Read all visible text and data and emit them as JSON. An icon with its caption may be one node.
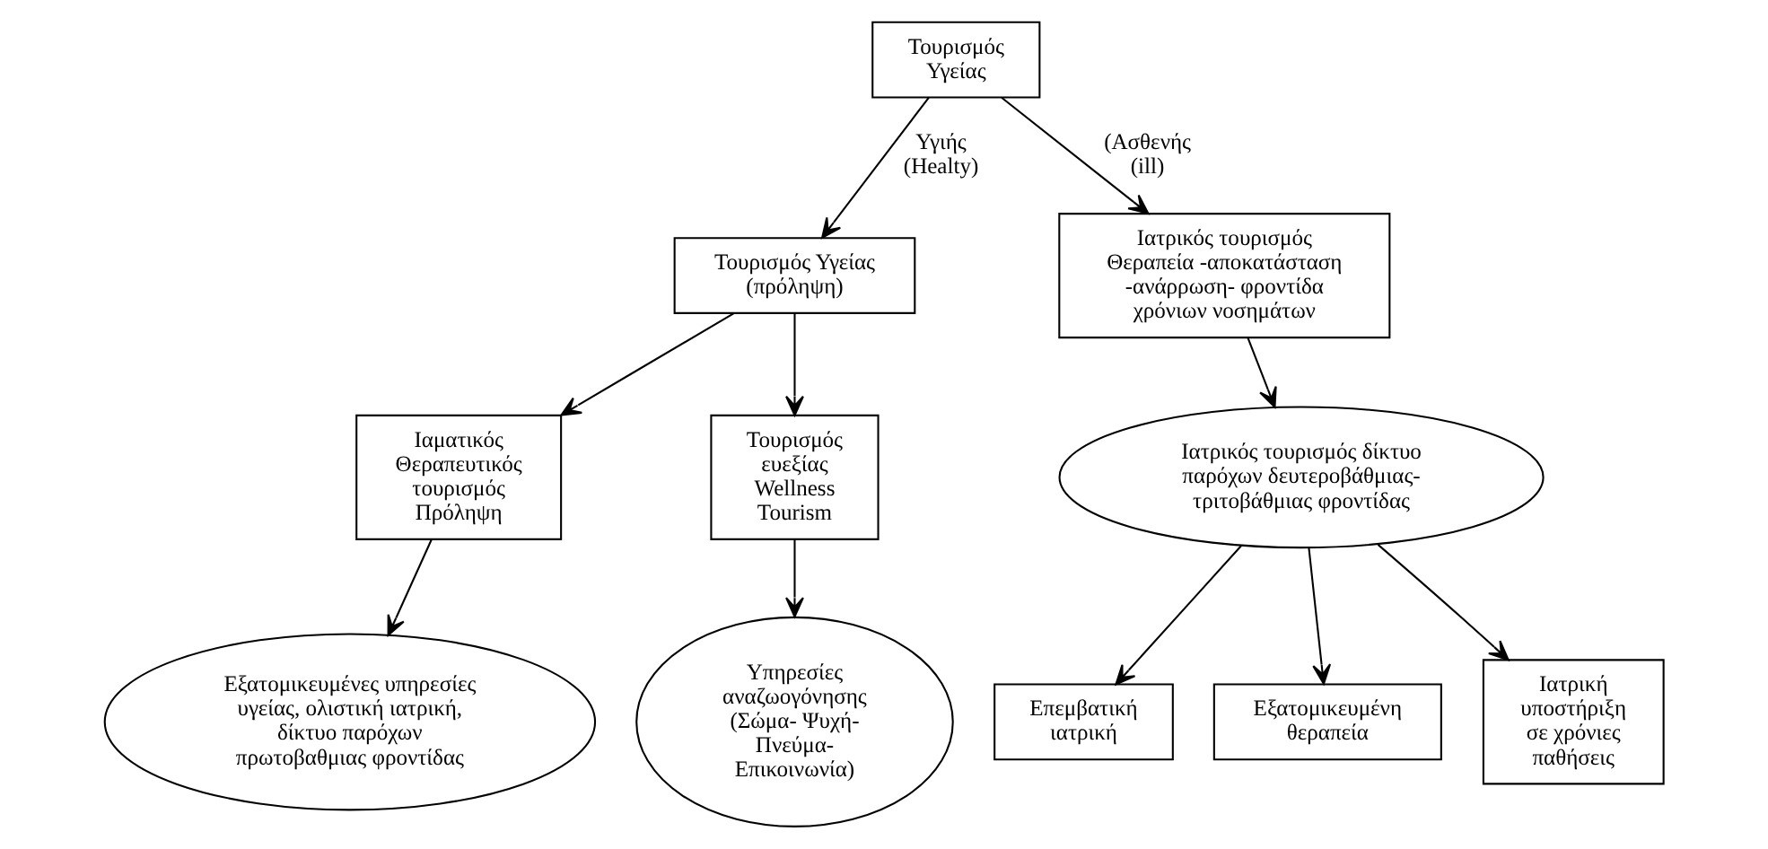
{
  "diagram": {
    "nodes": [
      {
        "text": [
          "Τουρισμός Υγείας"
        ]
      },
      {
        "text": [
          "Τουρισμός Υγείας (πρόληψη)"
        ]
      },
      {
        "text": [
          "Ιατρικός τουρισμός Θεραπεία -αποκατάσταση -ανάρρωση- φροντίδα χρόνιων νοσημάτων"
        ]
      },
      {
        "text": [
          "Ιαματικός Θεραπευτικός τουρισμός Πρόληψη"
        ]
      },
      {
        "text": [
          "Τουρισμός ευεξίας Wellness Tourism"
        ]
      },
      {
        "text": [
          "Ιατρικός τουρισμός δίκτυο παρόχων δευτεροβάθμιας- τριτοβάθμιας φροντίδας"
        ]
      },
      {
        "text": [
          "Εξατομικευμένες υπηρεσίες υγείας, ολιστική ιατρική, δίκτυο παρόχων πρωτοβαθμιας φροντίδας"
        ]
      },
      {
        "text": [
          "Υπηρεσίες αναζωογόνησης (Σώμα- Ψυχή- Πνεύμα- Επικοινωνία)"
        ]
      },
      {
        "text": [
          "Επεμβατική ιατρική"
        ]
      },
      {
        "text": [
          "Εξατομικευμένη θεραπεία"
        ]
      },
      {
        "text": [
          "Ιατρική υποστήριξη σε χρόνιες παθήσεις"
        ]
      }
    ],
    "edges": [
      {
        "from": 0,
        "to": 1,
        "arrow": "to",
        "label": "Υγιής (Healty)"
      },
      {
        "from": 0,
        "to": 2,
        "arrow": "to",
        "label": "(Ασθενής (ill)"
      },
      {
        "from": 1,
        "to": 3,
        "arrow": "to"
      },
      {
        "from": 1,
        "to": 4,
        "arrow": "to"
      },
      {
        "from": 2,
        "to": 5,
        "arrow": "to"
      },
      {
        "from": 3,
        "to": 6,
        "arrow": "to"
      },
      {
        "from": 4,
        "to": 7,
        "arrow": "to"
      },
      {
        "from": 5,
        "to": 8,
        "arrow": "to"
      },
      {
        "from": 5,
        "to": 9,
        "arrow": "to"
      },
      {
        "from": 5,
        "to": 10,
        "arrow": "to"
      }
    ]
  }
}
